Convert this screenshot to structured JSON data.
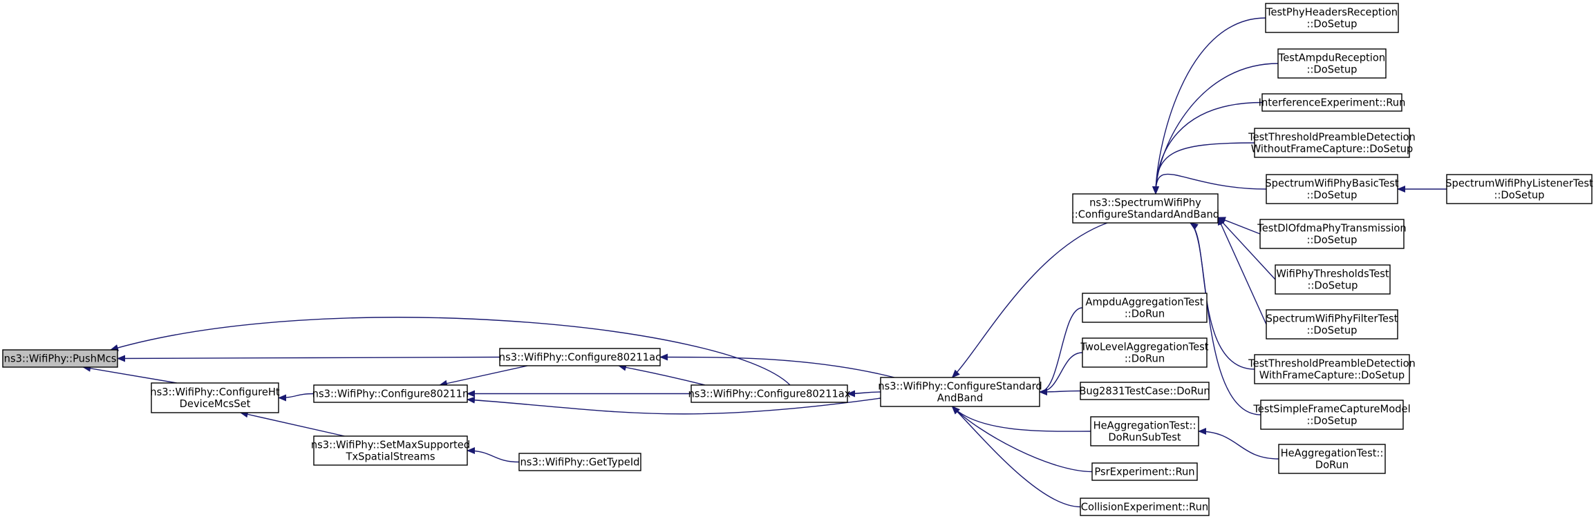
{
  "colors": {
    "edge": "#191970",
    "node_fill": "#ffffff",
    "node_highlight_fill": "#bfbfbf",
    "node_border": "#000000"
  },
  "nodes": [
    {
      "id": "pushmcs",
      "lines": [
        "ns3::WifiPhy::PushMcs"
      ],
      "highlight": true
    },
    {
      "id": "confht",
      "lines": [
        "ns3::WifiPhy::ConfigureHt",
        "DeviceMcsSet"
      ]
    },
    {
      "id": "conf80211n",
      "lines": [
        "ns3::WifiPhy::Configure80211n"
      ]
    },
    {
      "id": "conf80211ac",
      "lines": [
        "ns3::WifiPhy::Configure80211ac"
      ]
    },
    {
      "id": "conf80211ax",
      "lines": [
        "ns3::WifiPhy::Configure80211ax"
      ]
    },
    {
      "id": "setmax",
      "lines": [
        "ns3::WifiPhy::SetMaxSupported",
        "TxSpatialStreams"
      ]
    },
    {
      "id": "gettypeid",
      "lines": [
        "ns3::WifiPhy::GetTypeId"
      ]
    },
    {
      "id": "confstd",
      "lines": [
        "ns3::WifiPhy::ConfigureStandard",
        "AndBand"
      ]
    },
    {
      "id": "spectrumconf",
      "lines": [
        "ns3::SpectrumWifiPhy",
        "::ConfigureStandardAndBand"
      ]
    },
    {
      "id": "ampduagg",
      "lines": [
        "AmpduAggregationTest",
        "::DoRun"
      ]
    },
    {
      "id": "twolevel",
      "lines": [
        "TwoLevelAggregationTest",
        "::DoRun"
      ]
    },
    {
      "id": "bug2831",
      "lines": [
        "Bug2831TestCase::DoRun"
      ]
    },
    {
      "id": "heaggsub",
      "lines": [
        "HeAggregationTest::",
        "DoRunSubTest"
      ]
    },
    {
      "id": "psr",
      "lines": [
        "PsrExperiment::Run"
      ]
    },
    {
      "id": "collision",
      "lines": [
        "CollisionExperiment::Run"
      ]
    },
    {
      "id": "heaggrun",
      "lines": [
        "HeAggregationTest::",
        "DoRun"
      ]
    },
    {
      "id": "phyheaders",
      "lines": [
        "TestPhyHeadersReception",
        "::DoSetup"
      ]
    },
    {
      "id": "ampdurecep",
      "lines": [
        "TestAmpduReception",
        "::DoSetup"
      ]
    },
    {
      "id": "interference",
      "lines": [
        "InterferenceExperiment::Run"
      ]
    },
    {
      "id": "threshnocap",
      "lines": [
        "TestThresholdPreambleDetection",
        "WithoutFrameCapture::DoSetup"
      ]
    },
    {
      "id": "spectrumbasic",
      "lines": [
        "SpectrumWifiPhyBasicTest",
        "::DoSetup"
      ]
    },
    {
      "id": "dlofdma",
      "lines": [
        "TestDlOfdmaPhyTransmission",
        "::DoSetup"
      ]
    },
    {
      "id": "thresholds",
      "lines": [
        "WifiPhyThresholdsTest",
        "::DoSetup"
      ]
    },
    {
      "id": "filter",
      "lines": [
        "SpectrumWifiPhyFilterTest",
        "::DoSetup"
      ]
    },
    {
      "id": "threshcap",
      "lines": [
        "TestThresholdPreambleDetection",
        "WithFrameCapture::DoSetup"
      ]
    },
    {
      "id": "simplecap",
      "lines": [
        "TestSimpleFrameCaptureModel",
        "::DoSetup"
      ]
    },
    {
      "id": "listener",
      "lines": [
        "SpectrumWifiPhyListenerTest",
        "::DoSetup"
      ]
    }
  ],
  "edges": [
    {
      "from": "confht",
      "to": "pushmcs"
    },
    {
      "from": "conf80211ac",
      "to": "pushmcs"
    },
    {
      "from": "conf80211ax",
      "to": "pushmcs"
    },
    {
      "from": "conf80211n",
      "to": "confht"
    },
    {
      "from": "setmax",
      "to": "confht"
    },
    {
      "from": "conf80211ac",
      "to": "conf80211n"
    },
    {
      "from": "conf80211ax",
      "to": "conf80211n"
    },
    {
      "from": "confstd",
      "to": "conf80211n"
    },
    {
      "from": "conf80211ax",
      "to": "conf80211ac"
    },
    {
      "from": "confstd",
      "to": "conf80211ac"
    },
    {
      "from": "confstd",
      "to": "conf80211ax"
    },
    {
      "from": "gettypeid",
      "to": "setmax"
    },
    {
      "from": "spectrumconf",
      "to": "confstd"
    },
    {
      "from": "ampduagg",
      "to": "confstd"
    },
    {
      "from": "twolevel",
      "to": "confstd"
    },
    {
      "from": "bug2831",
      "to": "confstd"
    },
    {
      "from": "heaggsub",
      "to": "confstd"
    },
    {
      "from": "psr",
      "to": "confstd"
    },
    {
      "from": "collision",
      "to": "confstd"
    },
    {
      "from": "heaggrun",
      "to": "heaggsub"
    },
    {
      "from": "phyheaders",
      "to": "spectrumconf"
    },
    {
      "from": "ampdurecep",
      "to": "spectrumconf"
    },
    {
      "from": "interference",
      "to": "spectrumconf"
    },
    {
      "from": "threshnocap",
      "to": "spectrumconf"
    },
    {
      "from": "spectrumbasic",
      "to": "spectrumconf"
    },
    {
      "from": "dlofdma",
      "to": "spectrumconf"
    },
    {
      "from": "thresholds",
      "to": "spectrumconf"
    },
    {
      "from": "filter",
      "to": "spectrumconf"
    },
    {
      "from": "threshcap",
      "to": "spectrumconf"
    },
    {
      "from": "simplecap",
      "to": "spectrumconf"
    },
    {
      "from": "listener",
      "to": "spectrumbasic"
    }
  ]
}
